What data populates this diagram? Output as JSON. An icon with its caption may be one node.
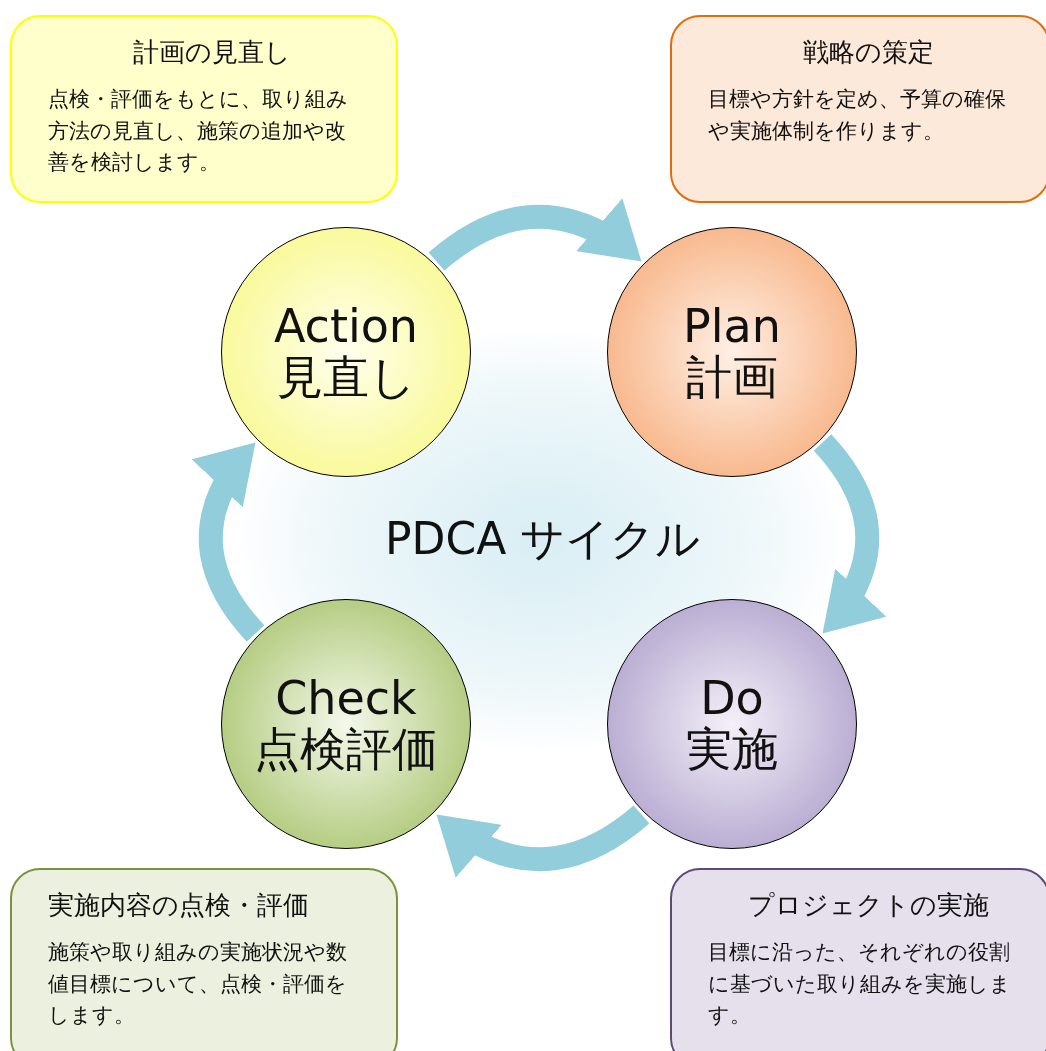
{
  "diagram": {
    "nodes": [
      {
        "text": [
          "計画の見直し",
          "点検・評価をもとに、取り組み方法の見直し、施策の追加や改善を検討します。"
        ]
      },
      {
        "text": [
          "戦略の策定",
          "目標や方針を定め、予算の確保や実施体制を作ります。"
        ]
      },
      {
        "text": [
          "Action",
          "見直し"
        ]
      },
      {
        "text": [
          "Plan",
          "計画"
        ]
      },
      {
        "text": [
          "Check",
          "点検評価"
        ]
      },
      {
        "text": [
          "Do",
          "実施"
        ]
      },
      {
        "text": [
          "実施内容の点検・評価",
          "施策や取り組みの実施状況や数値目標について、点検・評価をします。"
        ]
      },
      {
        "text": [
          "プロジェクトの実施",
          "目標に沿った、それぞれの役割に基づいた取り組みを実施します。"
        ]
      }
    ],
    "edges": [
      {
        "from": 2,
        "to": 3,
        "arrow": "to"
      },
      {
        "from": 3,
        "to": 5,
        "arrow": "to"
      },
      {
        "from": 5,
        "to": 4,
        "arrow": "to"
      },
      {
        "from": 4,
        "to": 2,
        "arrow": "to"
      }
    ],
    "labels": [
      "PDCA サイクル"
    ]
  }
}
